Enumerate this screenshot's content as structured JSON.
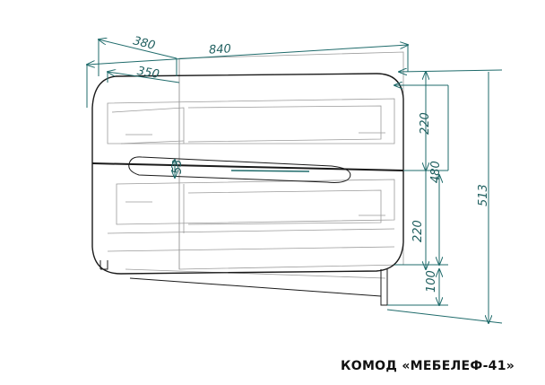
{
  "title": "КОМОД «МЕБЕЛЕФ-41»",
  "dimensions": {
    "depth_outer": "380",
    "width": "840",
    "depth_inner": "350",
    "drawer_top_height": "220",
    "body_height": "480",
    "total_height": "513",
    "handle_height": "53",
    "drawer_bottom_height": "220",
    "leg_height": "100"
  },
  "colors": {
    "dimension_line": "#1f6b6b",
    "outline": "#1a1a1a",
    "hidden_line": "#9a9a9a"
  }
}
